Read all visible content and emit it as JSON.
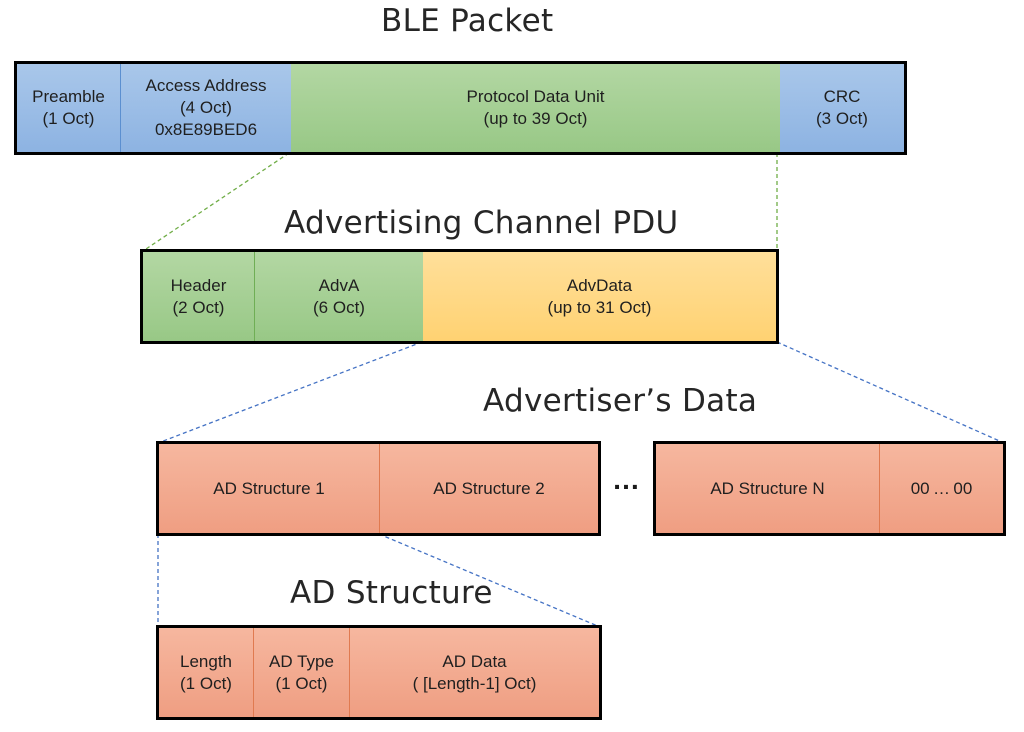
{
  "ble_packet": {
    "title": "BLE Packet",
    "fields": [
      {
        "line1": "Preamble",
        "line2": "(1 Oct)",
        "line3": ""
      },
      {
        "line1": "Access Address",
        "line2": "(4 Oct)",
        "line3": "0x8E89BED6"
      },
      {
        "line1": "Protocol Data Unit",
        "line2": "(up to 39 Oct)",
        "line3": ""
      },
      {
        "line1": "CRC",
        "line2": "(3 Oct)",
        "line3": ""
      }
    ]
  },
  "adv_pdu": {
    "title": "Advertising Channel PDU",
    "fields": [
      {
        "line1": "Header",
        "line2": "(2 Oct)"
      },
      {
        "line1": "AdvA",
        "line2": "(6 Oct)"
      },
      {
        "line1": "AdvData",
        "line2": "(up to 31 Oct)"
      }
    ]
  },
  "advertiser_data": {
    "title": "Advertiser’s Data",
    "left_fields": [
      {
        "label": "AD Structure 1"
      },
      {
        "label": "AD Structure 2"
      }
    ],
    "ellipsis": "…",
    "right_fields": [
      {
        "label": "AD Structure N"
      },
      {
        "label": "00 … 00"
      }
    ]
  },
  "ad_structure": {
    "title": "AD Structure",
    "fields": [
      {
        "line1": "Length",
        "line2": "(1 Oct)"
      },
      {
        "line1": "AD Type",
        "line2": "(1 Oct)"
      },
      {
        "line1": "AD Data",
        "line2": "( [Length-1] Oct)"
      }
    ]
  },
  "colors": {
    "packet_blue": "#8db3e2",
    "pdu_green": "#98c886",
    "advdata_yellow": "#ffd272",
    "structure_orange": "#ef9e82",
    "green_connector": "#70ad47",
    "blue_connector": "#4472c4"
  }
}
